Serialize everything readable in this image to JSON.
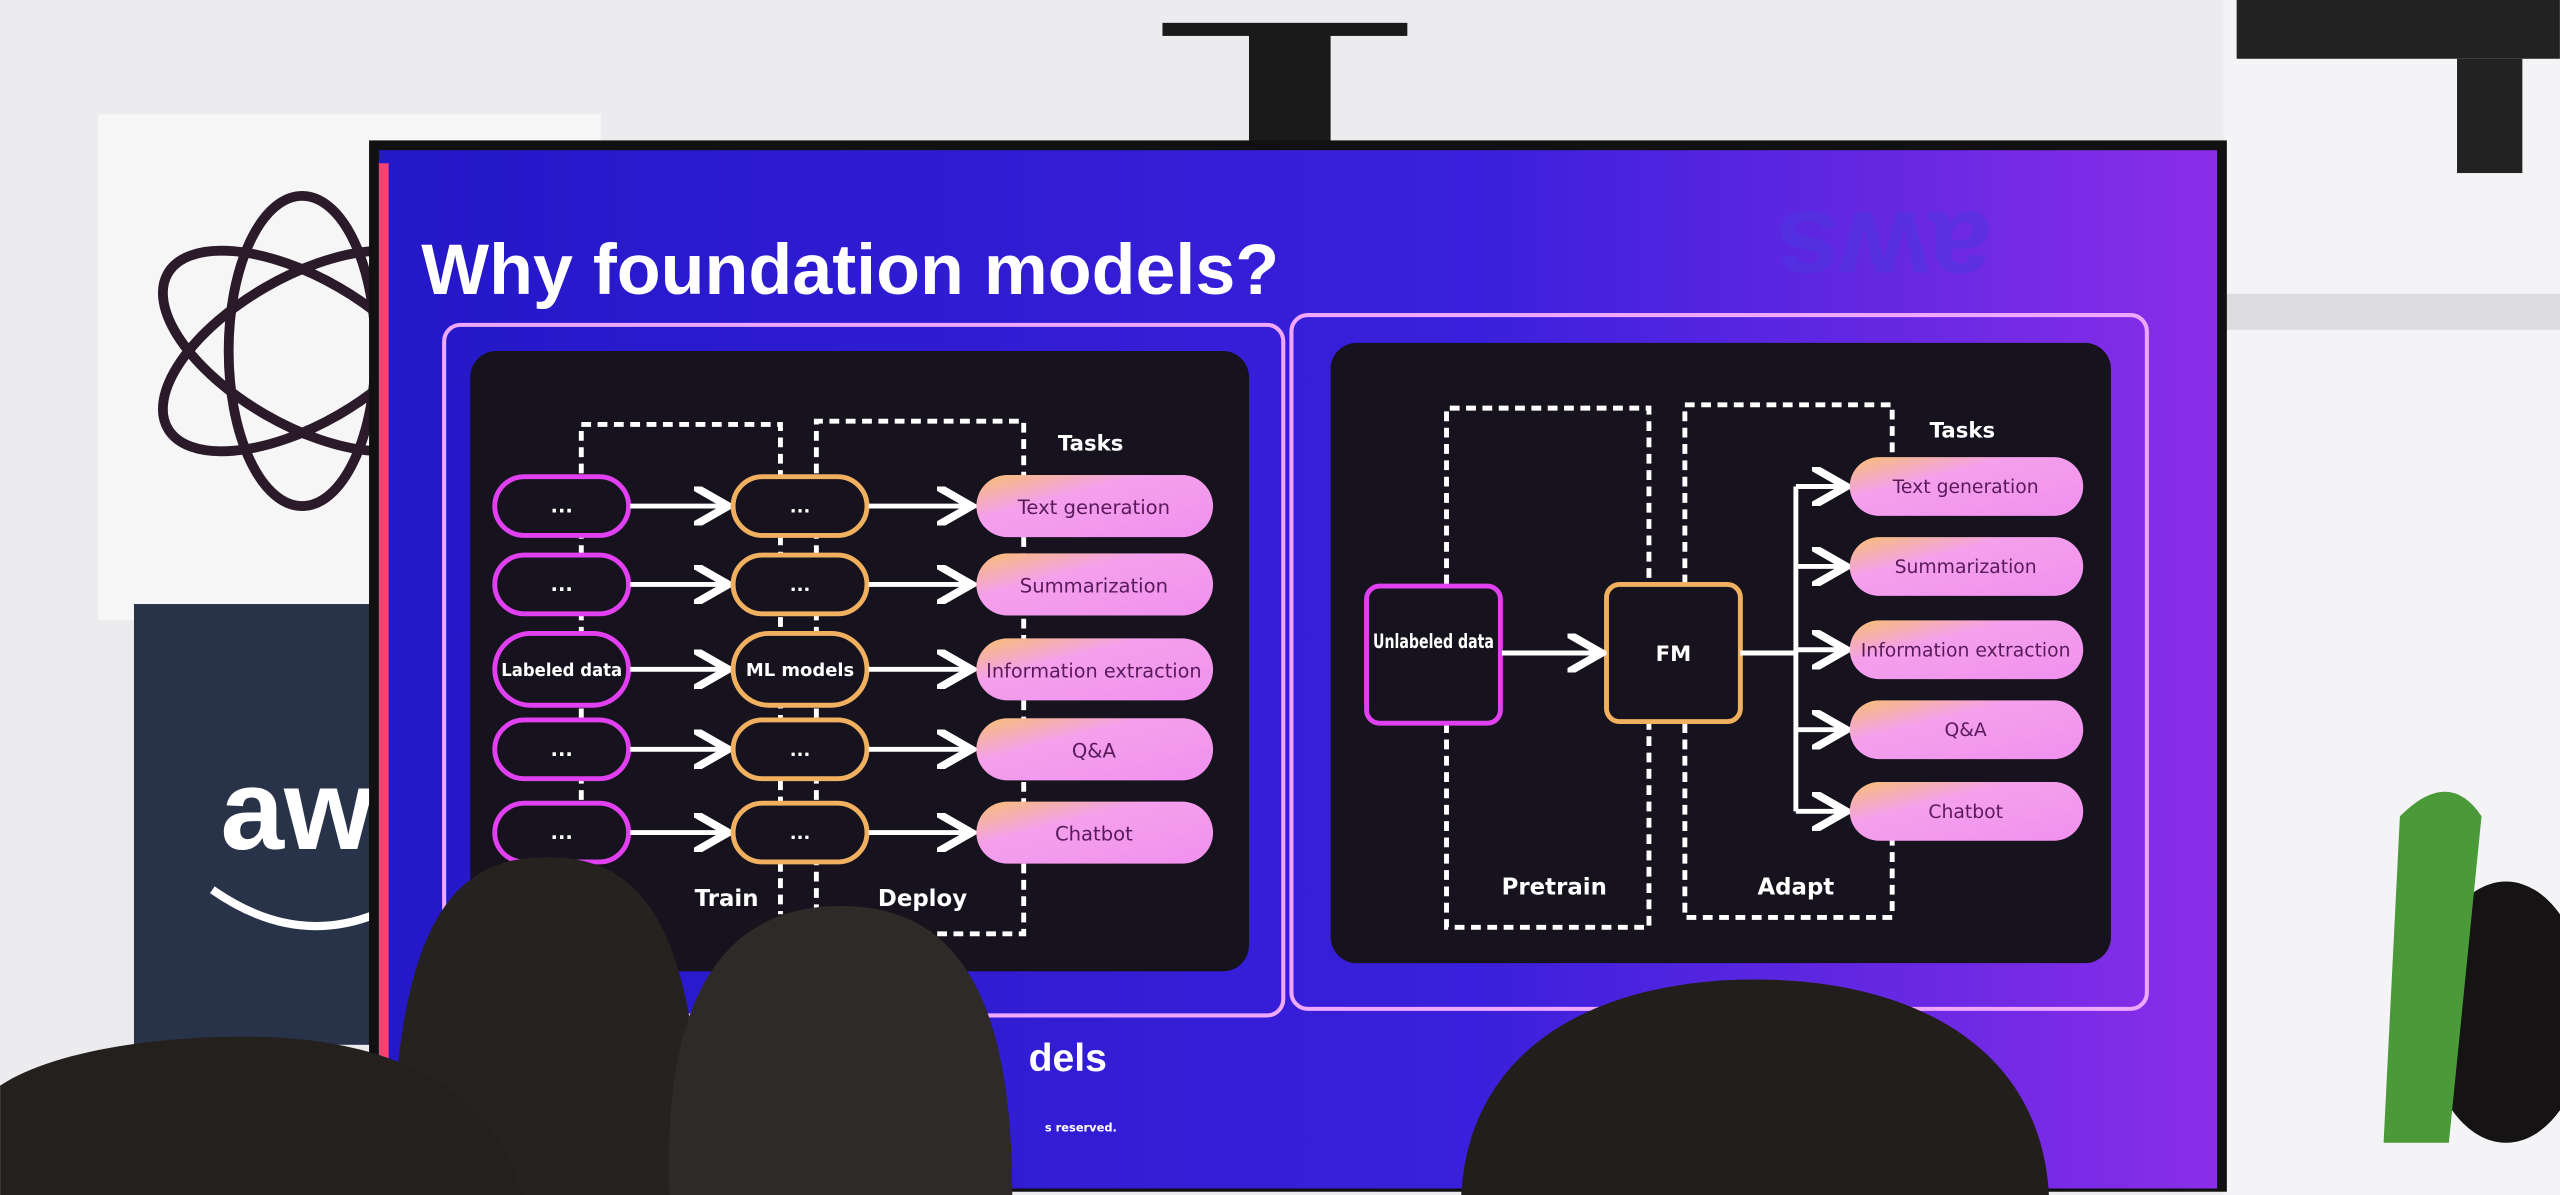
{
  "slide": {
    "title": "Why foundation models?",
    "footer_fragment": "dels",
    "copyright_fragment": "s reserved.",
    "watermark": "aws"
  },
  "banner": {
    "logo_text": "aw"
  },
  "left_diagram": {
    "tasks_header": "Tasks",
    "data_nodes": [
      "...",
      "...",
      "Labeled data",
      "...",
      "..."
    ],
    "model_nodes": [
      "...",
      "...",
      "ML models",
      "...",
      "..."
    ],
    "tasks": [
      "Text generation",
      "Summarization",
      "Information extraction",
      "Q&A",
      "Chatbot"
    ],
    "stage_labels": [
      "Train",
      "Deploy"
    ]
  },
  "right_diagram": {
    "tasks_header": "Tasks",
    "data_node": "Unlabeled data",
    "model_node": "FM",
    "tasks": [
      "Text generation",
      "Summarization",
      "Information extraction",
      "Q&A",
      "Chatbot"
    ],
    "stage_labels": [
      "Pretrain",
      "Adapt"
    ]
  },
  "colors": {
    "screen_blue": "#2b1fd6",
    "screen_purple": "#7a2ae6",
    "panel_border": "#f0a8ff",
    "data_node_border": "#e040f0",
    "model_node_border": "#f0b060",
    "task_pink": "#f49ef0",
    "task_orange": "#f8c070"
  }
}
